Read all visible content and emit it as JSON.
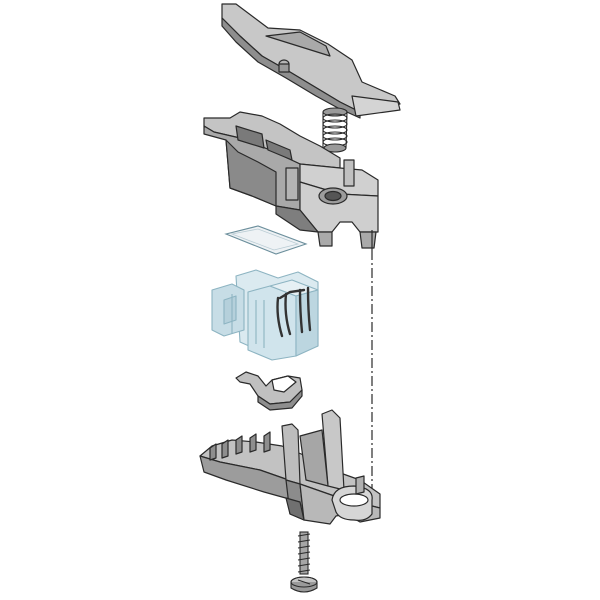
{
  "diagram": {
    "kind": "exploded-view",
    "colors": {
      "background": "#ffffff",
      "part_light": "#c8c8c8",
      "part_mid": "#a9a9a9",
      "part_dark": "#7d7d7d",
      "outline": "#2a2a2a",
      "transparent_blue": "#cfe3ea",
      "transparent_blue_edge": "#8db4c2",
      "contact_dark": "#333333"
    },
    "parts": [
      {
        "id": "latch-lever",
        "icon": "latch-lever-icon"
      },
      {
        "id": "compression-spring",
        "icon": "spring-icon"
      },
      {
        "id": "upper-housing",
        "icon": "upper-housing-icon"
      },
      {
        "id": "insulating-film",
        "icon": "film-icon"
      },
      {
        "id": "transparent-contact-block",
        "icon": "contact-block-icon"
      },
      {
        "id": "retaining-clip",
        "icon": "clip-icon"
      },
      {
        "id": "lower-housing",
        "icon": "lower-housing-icon"
      },
      {
        "id": "fixing-screw",
        "icon": "screw-icon"
      }
    ],
    "assembly_axis": {
      "style": "dash-dot"
    }
  }
}
